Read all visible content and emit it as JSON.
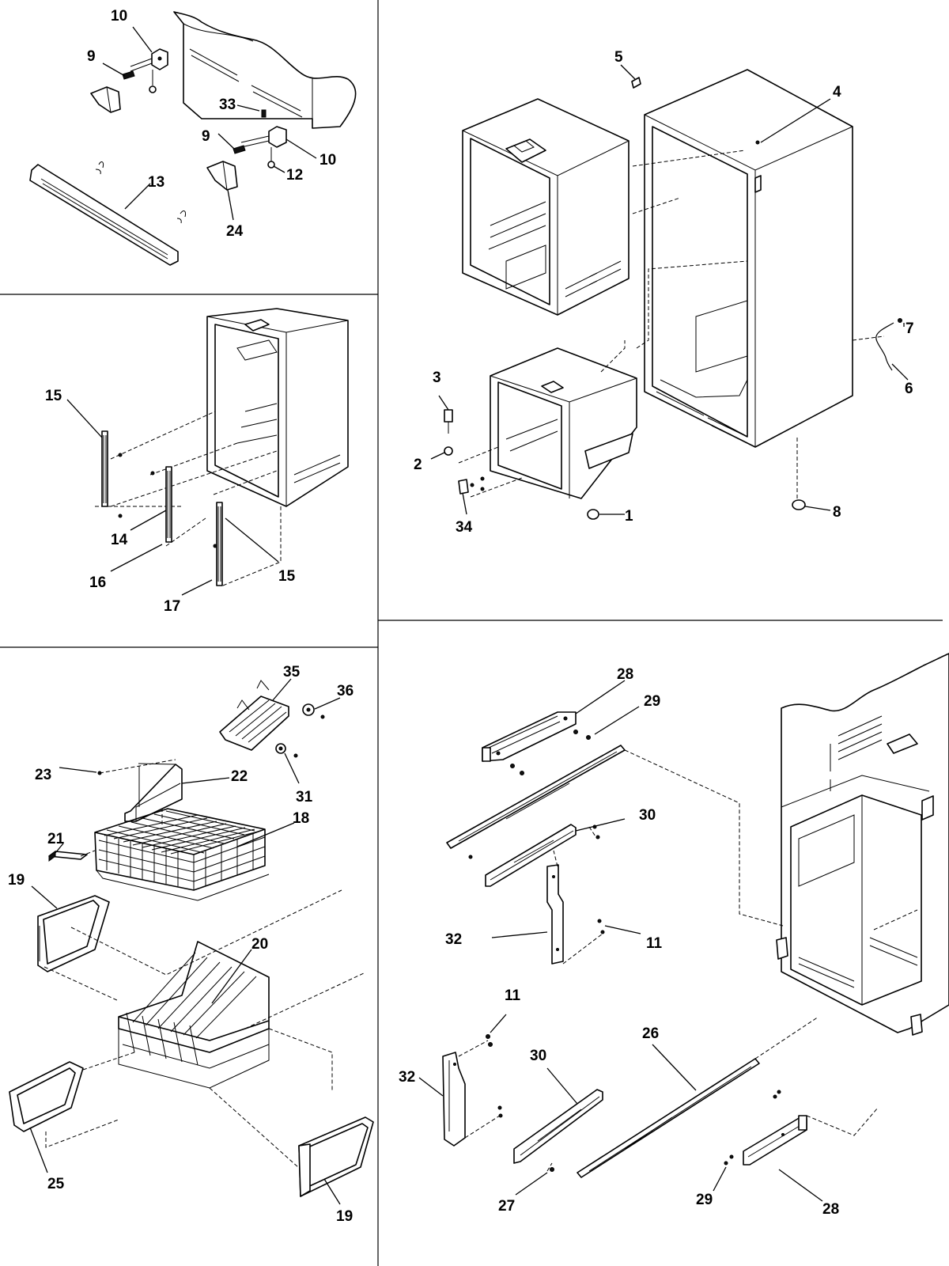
{
  "callouts": {
    "top_left": [
      {
        "n": "10"
      },
      {
        "n": "9"
      },
      {
        "n": "33"
      },
      {
        "n": "9"
      },
      {
        "n": "10"
      },
      {
        "n": "13"
      },
      {
        "n": "12"
      },
      {
        "n": "24"
      }
    ],
    "mid_left": [
      {
        "n": "15"
      },
      {
        "n": "14"
      },
      {
        "n": "16"
      },
      {
        "n": "17"
      },
      {
        "n": "15"
      }
    ],
    "top_right": [
      {
        "n": "5"
      },
      {
        "n": "4"
      },
      {
        "n": "3"
      },
      {
        "n": "2"
      },
      {
        "n": "34"
      },
      {
        "n": "1"
      },
      {
        "n": "7"
      },
      {
        "n": "6"
      },
      {
        "n": "8"
      }
    ],
    "bottom_left": [
      {
        "n": "35"
      },
      {
        "n": "36"
      },
      {
        "n": "23"
      },
      {
        "n": "22"
      },
      {
        "n": "31"
      },
      {
        "n": "18"
      },
      {
        "n": "21"
      },
      {
        "n": "19"
      },
      {
        "n": "20"
      },
      {
        "n": "25"
      },
      {
        "n": "19"
      }
    ],
    "bottom_right": [
      {
        "n": "28"
      },
      {
        "n": "29"
      },
      {
        "n": "30"
      },
      {
        "n": "32"
      },
      {
        "n": "11"
      },
      {
        "n": "11"
      },
      {
        "n": "30"
      },
      {
        "n": "26"
      },
      {
        "n": "32"
      },
      {
        "n": "29"
      },
      {
        "n": "28"
      },
      {
        "n": "27"
      }
    ]
  }
}
